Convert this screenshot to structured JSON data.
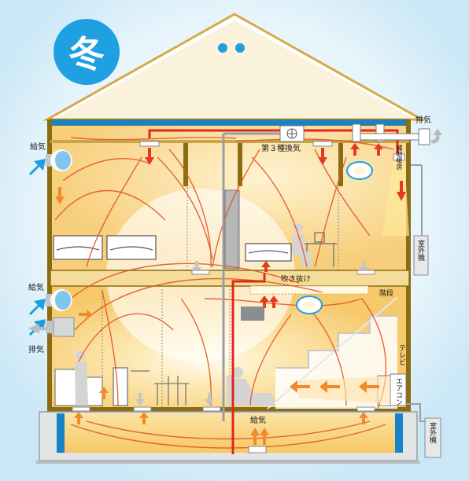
{
  "season": "冬",
  "labels": {
    "supply_air_upper": "給気",
    "supply_air_middle": "給気",
    "exhaust_left": "排気",
    "exhaust_right": "排気",
    "third_class_ventilation": "第３種換気",
    "auxiliary_heating": "補助暖房",
    "outdoor_unit_upper": "室外機",
    "outdoor_unit_lower": "室外機",
    "atrium": "吹き抜け",
    "stairs": "階段",
    "tv": "テレビ",
    "aircon": "エアコン",
    "supply_air_underfloor": "給気"
  },
  "colors": {
    "badge": "#1fa0e3",
    "warm_air_line": "#e2572a",
    "arrow_orange": "#f08a2a",
    "arrow_red": "#e53a1c",
    "duct_red": "#e2261c",
    "fresh_air_blue": "#1d9fe0",
    "ceiling_blue": "#1683c9",
    "wall_frame": "#8a6d12"
  },
  "icons": [
    "supply-air-vent-icon",
    "exhaust-fan-icon",
    "ceiling-light-icon",
    "roof-vent-icon"
  ]
}
